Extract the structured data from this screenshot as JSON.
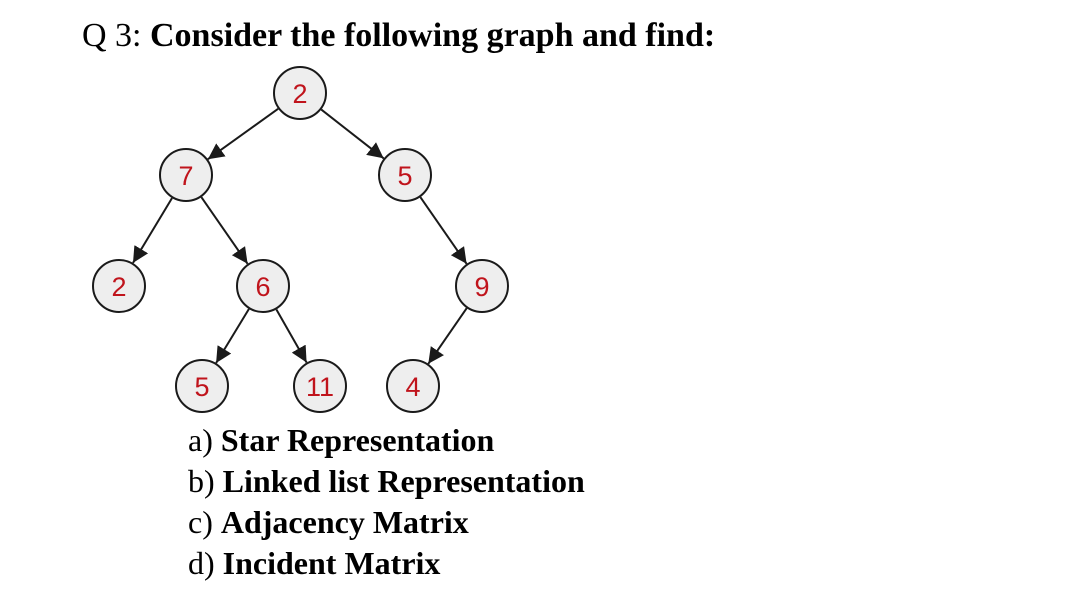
{
  "question": {
    "number": "Q 3:",
    "text": "Consider the following graph and find:"
  },
  "graph": {
    "nodes": [
      {
        "id": "n_root",
        "label": "2"
      },
      {
        "id": "n_7",
        "label": "7"
      },
      {
        "id": "n_5a",
        "label": "5"
      },
      {
        "id": "n_2b",
        "label": "2"
      },
      {
        "id": "n_6",
        "label": "6"
      },
      {
        "id": "n_9",
        "label": "9"
      },
      {
        "id": "n_5b",
        "label": "5"
      },
      {
        "id": "n_11",
        "label": "11"
      },
      {
        "id": "n_4",
        "label": "4"
      }
    ],
    "edges": [
      {
        "from": "n_root",
        "to": "n_7"
      },
      {
        "from": "n_root",
        "to": "n_5a"
      },
      {
        "from": "n_7",
        "to": "n_2b"
      },
      {
        "from": "n_7",
        "to": "n_6"
      },
      {
        "from": "n_5a",
        "to": "n_9"
      },
      {
        "from": "n_6",
        "to": "n_5b"
      },
      {
        "from": "n_6",
        "to": "n_11"
      },
      {
        "from": "n_9",
        "to": "n_4"
      }
    ],
    "colors": {
      "node_fill": "#eeeeee",
      "node_stroke": "#1a1a1a",
      "label": "#c0141c",
      "edge": "#1a1a1a"
    }
  },
  "tasks": [
    {
      "letter": "a)",
      "text": "Star Representation"
    },
    {
      "letter": "b)",
      "text": "Linked list Representation"
    },
    {
      "letter": "c)",
      "text": "Adjacency Matrix"
    },
    {
      "letter": "d)",
      "text": "Incident Matrix"
    }
  ]
}
